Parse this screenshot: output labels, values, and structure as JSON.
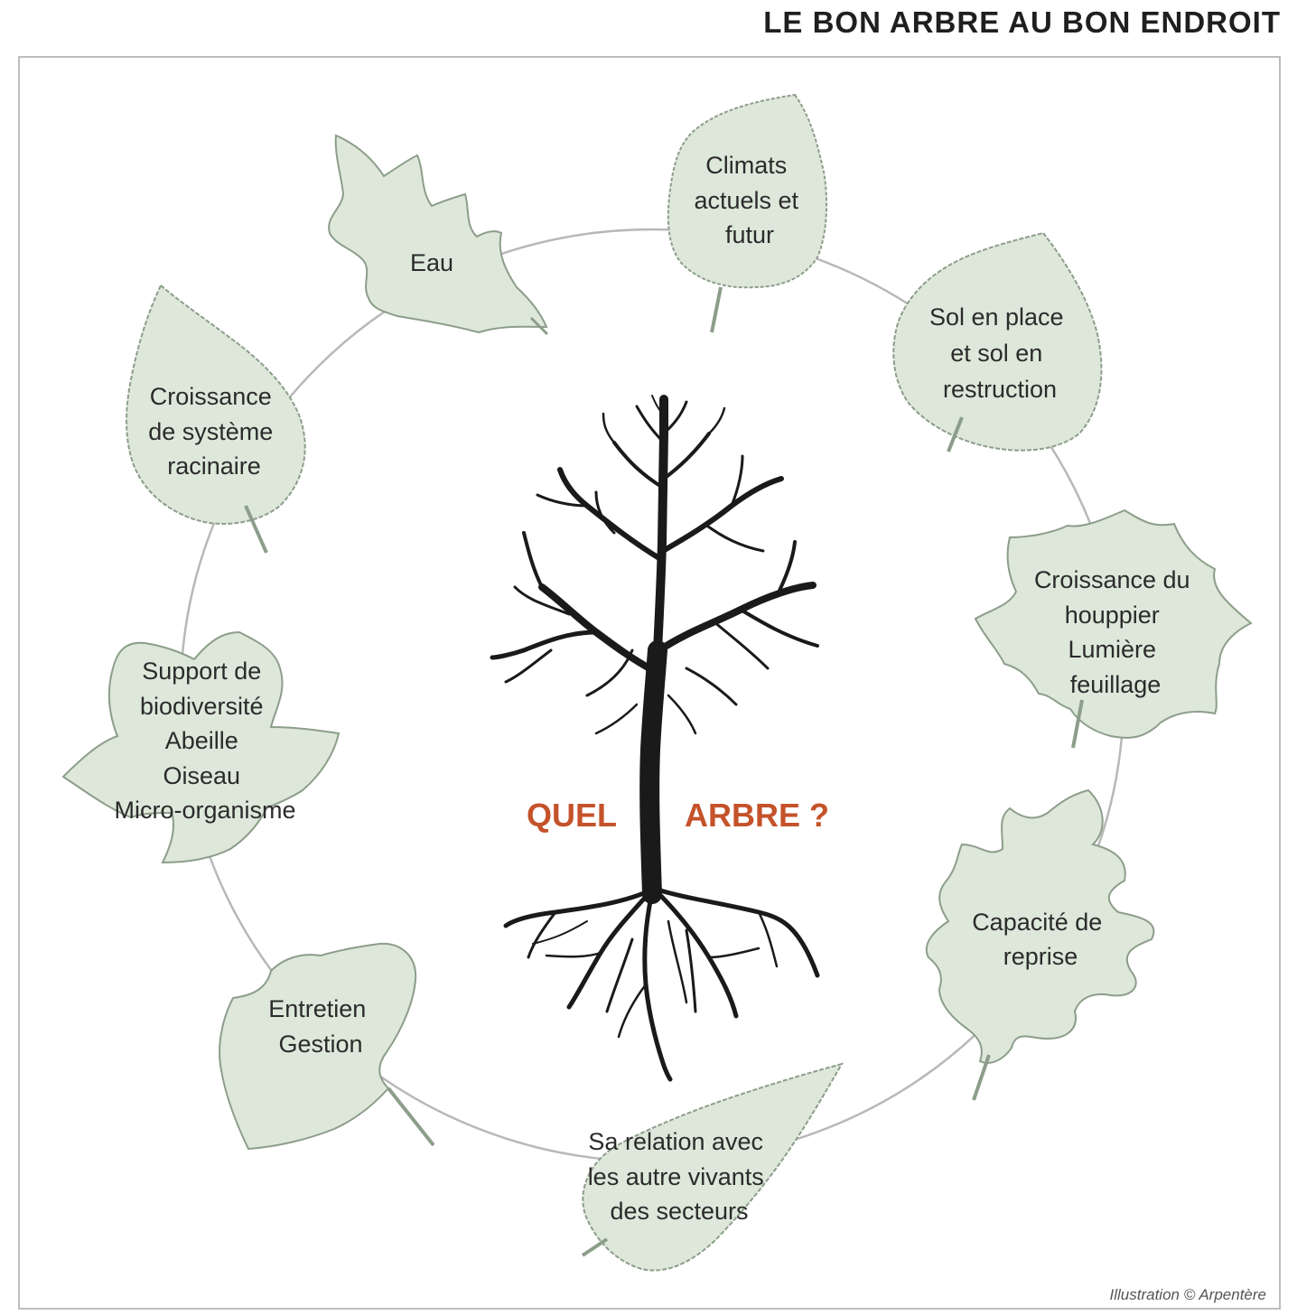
{
  "title": "LE BON ARBRE AU BON ENDROIT",
  "credit": "Illustration © Arpentère",
  "center": {
    "word1": "QUEL",
    "word2": "ARBRE ?"
  },
  "colors": {
    "leaf_fill": "#dde8da",
    "leaf_stroke": "#8c9e8a",
    "circle": "#b8b8b8",
    "accent": "#c4522a",
    "tree": "#1a1a1a"
  },
  "leaves": [
    {
      "id": "eau",
      "lines": [
        "Eau"
      ]
    },
    {
      "id": "climats",
      "lines": [
        "Climats",
        "actuels et",
        "futur"
      ]
    },
    {
      "id": "sol",
      "lines": [
        "Sol en place",
        "et sol en",
        "restruction"
      ]
    },
    {
      "id": "houppier",
      "lines": [
        "Croissance du",
        "houppier",
        "Lumière",
        "feuillage"
      ]
    },
    {
      "id": "reprise",
      "lines": [
        "Capacité de",
        "reprise"
      ]
    },
    {
      "id": "relation",
      "lines": [
        "Sa relation avec",
        "les autre vivants",
        "des secteurs"
      ]
    },
    {
      "id": "entretien",
      "lines": [
        "Entretien",
        "Gestion"
      ]
    },
    {
      "id": "biodiversite",
      "lines": [
        "Support de",
        "biodiversité",
        "Abeille",
        "Oiseau",
        "Micro-organisme"
      ]
    },
    {
      "id": "racinaire",
      "lines": [
        "Croissance",
        "de système",
        "racinaire"
      ]
    }
  ]
}
